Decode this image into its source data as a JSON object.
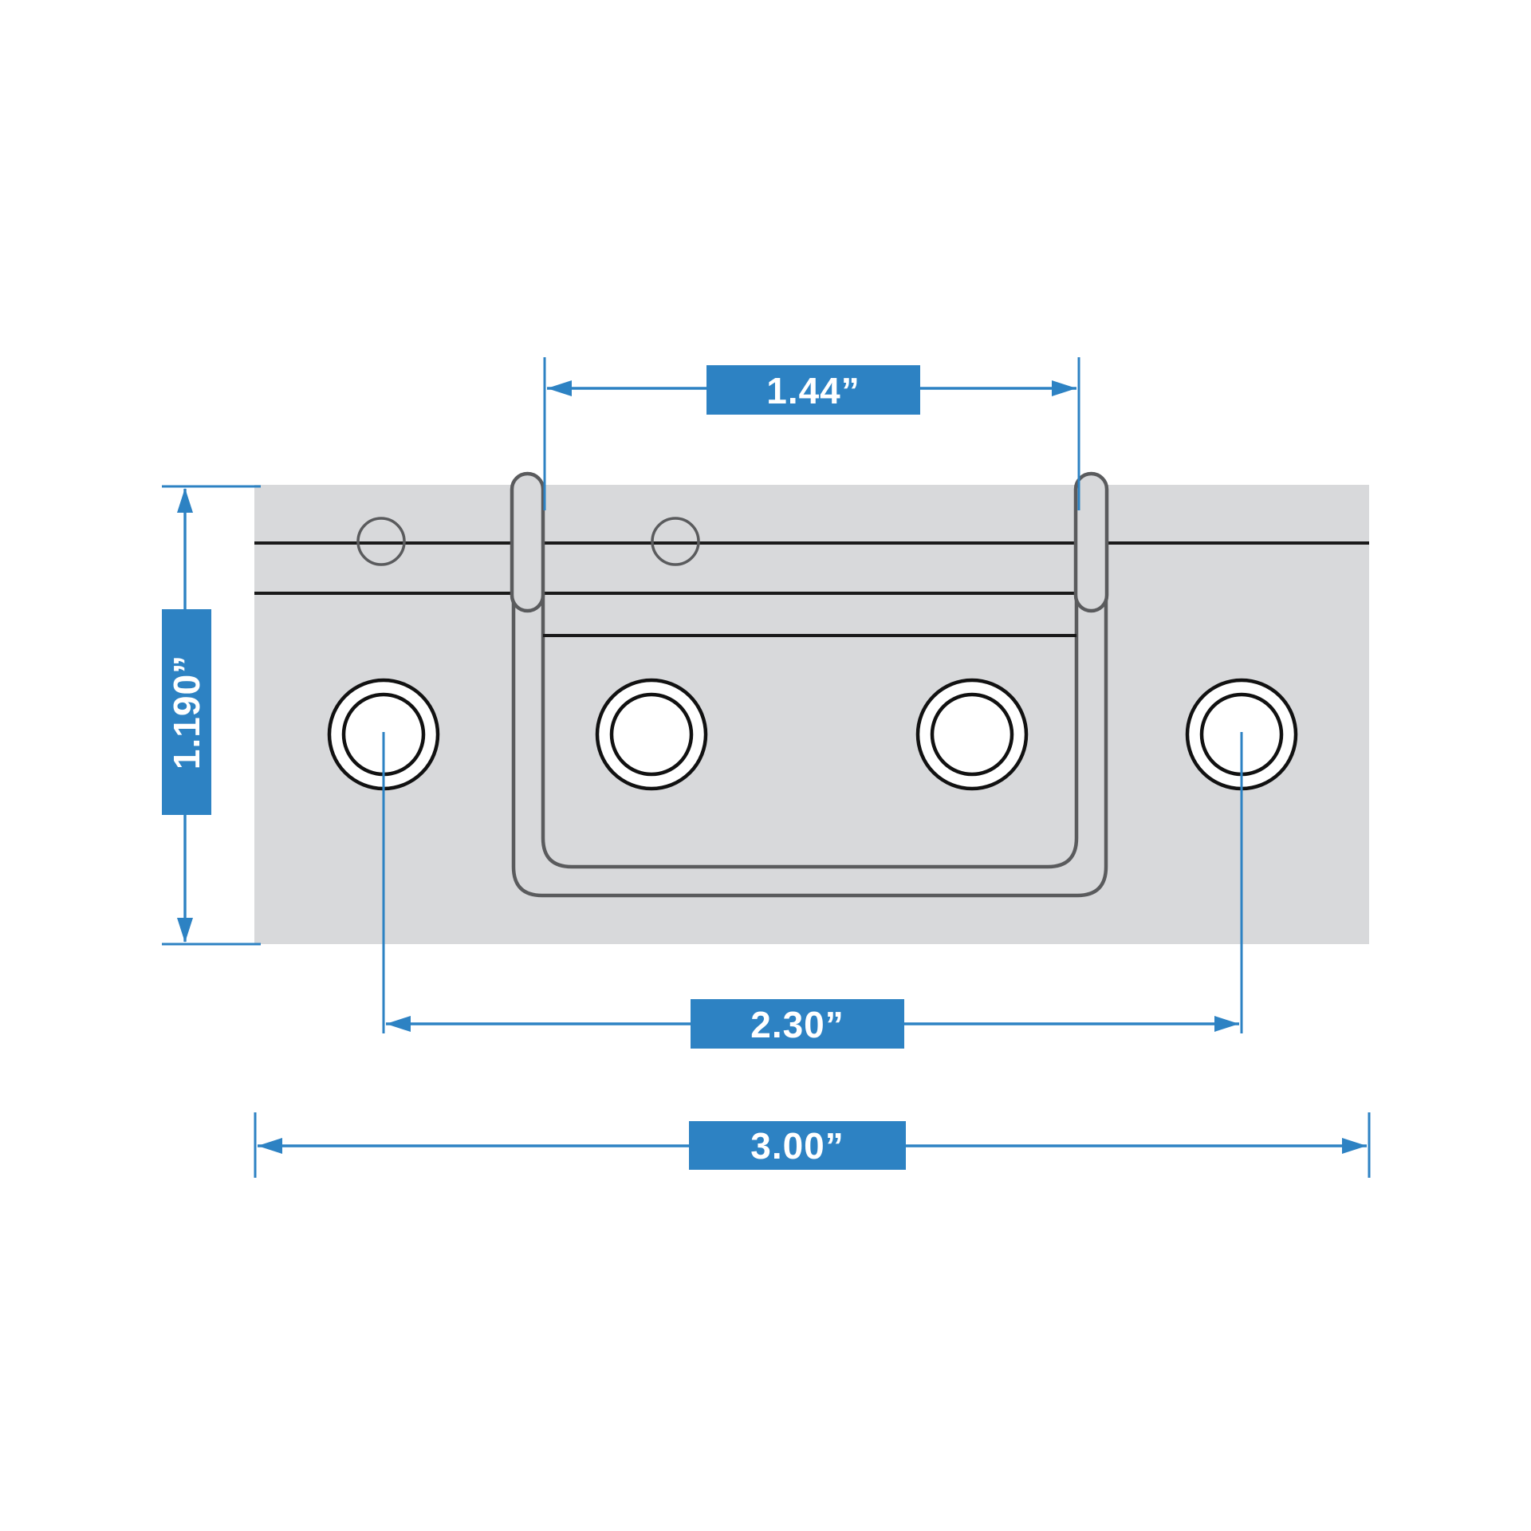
{
  "dimensions": {
    "pin_gap": {
      "label": "1.44”"
    },
    "strap_height": {
      "label": "1.190”"
    },
    "hole_span": {
      "label": "2.30”"
    },
    "overall_width": {
      "label": "3.00”"
    }
  },
  "colors": {
    "accent_blue": "#2d82c3",
    "bar_gray": "#d8d9db",
    "outline_gray": "#5a5b5d",
    "line_black": "#1a1a1a",
    "hole_stroke": "#111111",
    "white": "#ffffff"
  }
}
